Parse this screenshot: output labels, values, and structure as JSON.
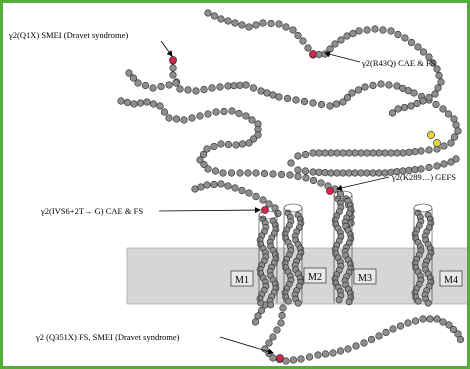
{
  "colors": {
    "frame_border": "#54ad3a",
    "residue_fill": "#8e8e8e",
    "residue_stroke": "#2a2a2a",
    "mutation_fill": "#d3264b",
    "highlight_fill": "#e7d23a",
    "membrane_fill": "#d6d6d6"
  },
  "labels": {
    "q1x": "γ2(Q1X) SMEI (Dravet syndrome)",
    "r43q": "γ2(R43Q) CAE & FS",
    "k289m": "γ2(K289…) GEFS",
    "ivs6": "γ2(IVS6+2T→ G) CAE & FS",
    "q351x": "γ2 (Q351X) FS, SMEI (Dravet syndrome)"
  },
  "segments": {
    "m1": "M1",
    "m2": "M2",
    "m3": "M3",
    "m4": "M4"
  }
}
